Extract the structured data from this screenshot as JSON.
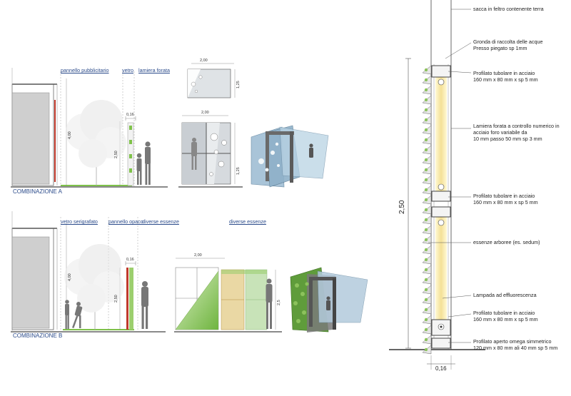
{
  "combination_a": {
    "caption": "COMBINAZIONE A",
    "labels": {
      "billboard": "pannello pubblicitario",
      "glass": "vetro",
      "perforated": "lamiera forata"
    },
    "dims": {
      "width_top": "2,00",
      "width_mid": "2,00",
      "thickness": "0,16",
      "h_total": "4,00",
      "h_panel": "2,50",
      "h_top_el": "1,25",
      "h_low_el": "1,25"
    }
  },
  "combination_b": {
    "caption": "COMBINAZIONE B",
    "labels": {
      "silkscreen": "vetro serigrafato",
      "opaque": "pannello opaco",
      "species": "diverse essenze",
      "species2": "diverse essenze"
    },
    "dims": {
      "width": "2,00",
      "thickness": "0,16",
      "h_total": "4,00",
      "h_panel": "2,50",
      "h_el": "2,5"
    }
  },
  "section": {
    "total_height": "2,50",
    "thickness": "0,16",
    "annotations": [
      {
        "id": "felt-bag",
        "lines": [
          "sacca in feltro contenente terra"
        ]
      },
      {
        "id": "gutter",
        "lines": [
          "Gronda di raccolta delle acque",
          "Presso piegato sp 1mm"
        ]
      },
      {
        "id": "profile-1",
        "lines": [
          "Profilato tubolare in acciaio",
          "160 mm x 80 mm x sp 5 mm"
        ]
      },
      {
        "id": "perforated-sheet",
        "lines": [
          "Lamiera forata a controllo numerico in",
          "acciaio foro variabile da",
          "10 mm passo 50 mm sp 3 mm"
        ]
      },
      {
        "id": "profile-2",
        "lines": [
          "Profilato tubolare in acciaio",
          "160 mm x 80 mm x sp 5 mm"
        ]
      },
      {
        "id": "tree-species",
        "lines": [
          "essenze arboree (es. sedum)"
        ]
      },
      {
        "id": "lamp",
        "lines": [
          "Lampada ad effluorescenza"
        ]
      },
      {
        "id": "profile-3",
        "lines": [
          "Profilato tubolare in acciaio",
          "160 mm x 80 mm x sp 5 mm"
        ]
      },
      {
        "id": "omega-profile",
        "lines": [
          "Profilato aperto omega simmetrico",
          "120 mm x 80 mm ali 40 mm sp 5 mm"
        ]
      }
    ]
  },
  "colors": {
    "line": "#555555",
    "blue_label": "#2a4a8a",
    "green": "#7fc24a",
    "glass": "#9fb7c9",
    "red": "#c0392b",
    "lamp": "#f6e7a6"
  }
}
